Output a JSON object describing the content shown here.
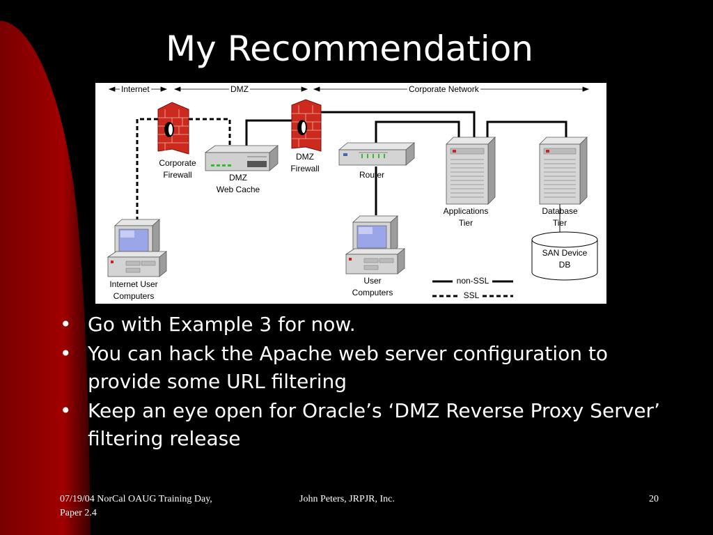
{
  "slide": {
    "title": "My Recommendation",
    "bullet_glyph": "•",
    "bullets": [
      "Go with Example 3 for now.",
      "You can hack the Apache web server configuration to provide some URL filtering",
      "Keep an eye open for Oracle’s ‘DMZ Reverse Proxy Server’ filtering release"
    ],
    "footer": {
      "left": "07/19/04  NorCal OAUG Training Day, Paper 2.4",
      "center": "John Peters, JRPJR, Inc.",
      "page": "20"
    },
    "colors": {
      "background": "#000000",
      "swoosh": "#8b0000",
      "text": "#ffffff",
      "firewall": "#cc2a1e"
    }
  },
  "diagram": {
    "zones": {
      "internet": "Internet",
      "dmz": "DMZ",
      "corporate": "Corporate Network"
    },
    "nodes": {
      "corporate_firewall": "Corporate\nFirewall",
      "dmz_web_cache": "DMZ\nWeb Cache",
      "dmz_firewall": "DMZ\nFirewall",
      "router": "Router",
      "applications_tier": "Applications\nTier",
      "database_tier": "Database\nTier",
      "san_device": "SAN Device\nDB",
      "internet_user": "Internet User\nComputers",
      "user_computers": "User\nComputers"
    },
    "legend": {
      "solid": "non-SSL",
      "dashed": "SSL"
    }
  }
}
